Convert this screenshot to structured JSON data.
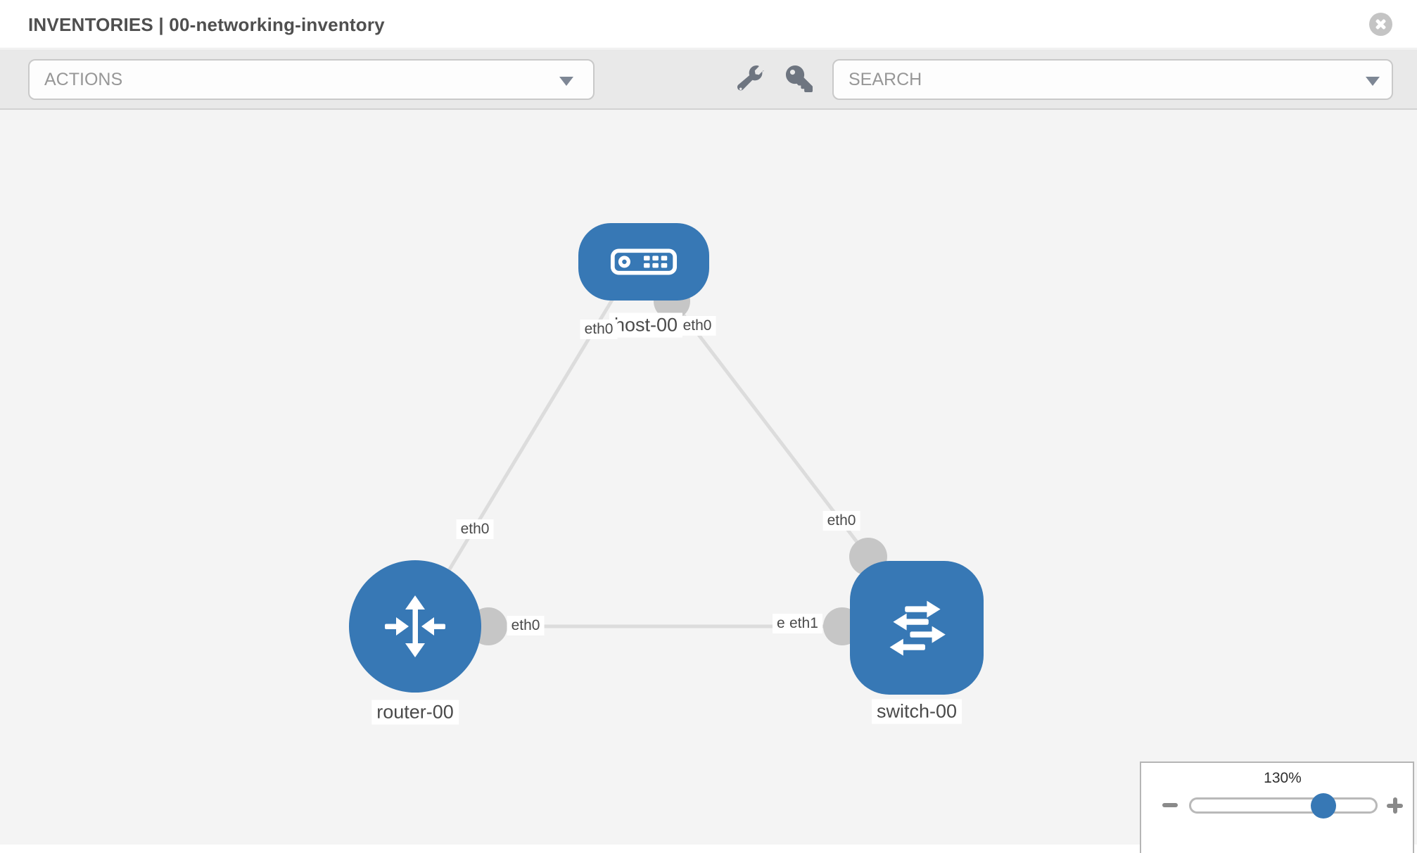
{
  "header": {
    "title": "INVENTORIES | 00-networking-inventory"
  },
  "toolbar": {
    "actions_label": "ACTIONS",
    "search_placeholder": "SEARCH",
    "icons": [
      "wrench-icon",
      "key-icon"
    ]
  },
  "topology": {
    "nodes": [
      {
        "id": "host-00",
        "label": "host-00",
        "type": "host"
      },
      {
        "id": "router-00",
        "label": "router-00",
        "type": "router"
      },
      {
        "id": "switch-00",
        "label": "switch-00",
        "type": "switch"
      }
    ],
    "links": [
      {
        "from": "host-00",
        "from_interface": "eth0",
        "to": "router-00",
        "to_interface": "eth0"
      },
      {
        "from": "host-00",
        "from_interface": "eth0",
        "to": "switch-00",
        "to_interface": "eth0"
      },
      {
        "from": "router-00",
        "from_interface": "eth0",
        "to": "switch-00",
        "to_interface": "eth1"
      }
    ],
    "edge_labels": [
      {
        "text": "eth0",
        "position": "host-bottom-left"
      },
      {
        "text": "eth0",
        "position": "host-bottom-right"
      },
      {
        "text": "eth0",
        "position": "router-top"
      },
      {
        "text": "eth0",
        "position": "router-right"
      },
      {
        "text": "eth0",
        "position": "switch-top"
      },
      {
        "text": "eth0",
        "position": "switch-left-behind"
      },
      {
        "text": "eth1",
        "position": "switch-left"
      }
    ]
  },
  "zoom_panel": {
    "level": "130%"
  },
  "colors": {
    "node_fill": "#3778b5",
    "edge": "#dcdcdc",
    "port": "#c6c6c6",
    "canvas_bg": "#f4f4f4",
    "toolbar_bg": "#e9e9e9",
    "label_text": "#4a4a4a"
  }
}
